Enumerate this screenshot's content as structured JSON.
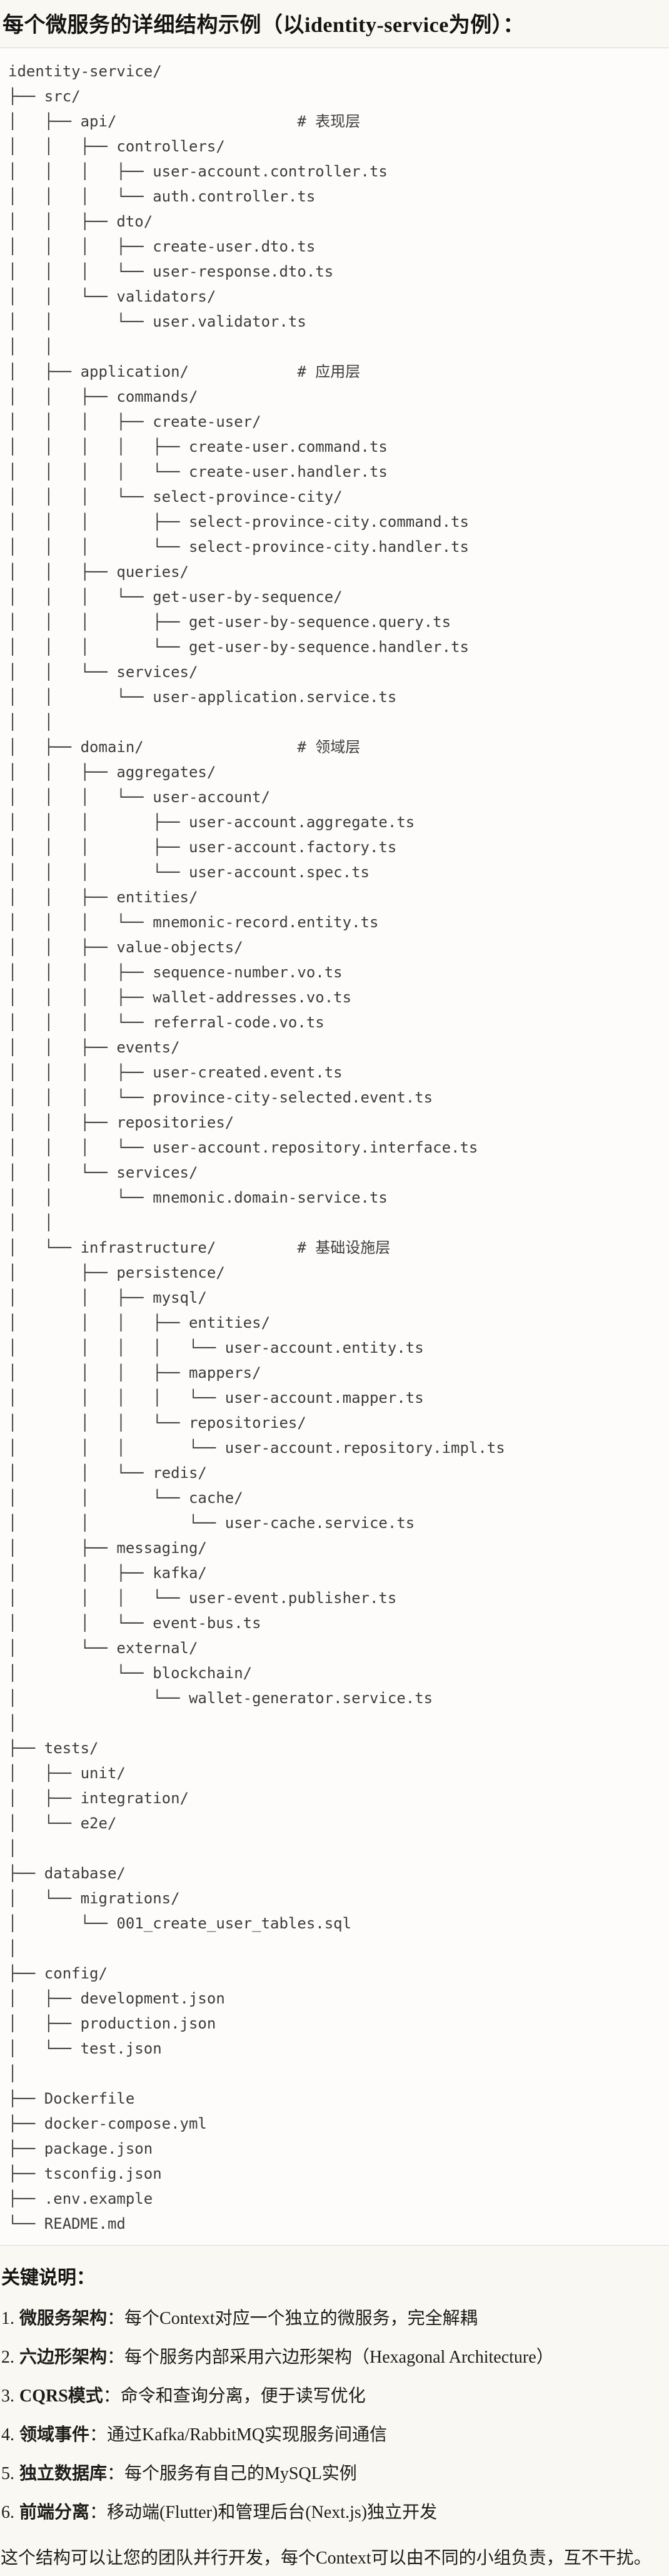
{
  "page": {
    "title": "每个微服务的详细结构示例（以identity-service为例）："
  },
  "file_tree": {
    "language": "plaintext",
    "lines": [
      "identity-service/",
      "├── src/",
      "│   ├── api/                    # 表现层",
      "│   │   ├── controllers/",
      "│   │   │   ├── user-account.controller.ts",
      "│   │   │   └── auth.controller.ts",
      "│   │   ├── dto/",
      "│   │   │   ├── create-user.dto.ts",
      "│   │   │   └── user-response.dto.ts",
      "│   │   └── validators/",
      "│   │       └── user.validator.ts",
      "│   │",
      "│   ├── application/            # 应用层",
      "│   │   ├── commands/",
      "│   │   │   ├── create-user/",
      "│   │   │   │   ├── create-user.command.ts",
      "│   │   │   │   └── create-user.handler.ts",
      "│   │   │   └── select-province-city/",
      "│   │   │       ├── select-province-city.command.ts",
      "│   │   │       └── select-province-city.handler.ts",
      "│   │   ├── queries/",
      "│   │   │   └── get-user-by-sequence/",
      "│   │   │       ├── get-user-by-sequence.query.ts",
      "│   │   │       └── get-user-by-sequence.handler.ts",
      "│   │   └── services/",
      "│   │       └── user-application.service.ts",
      "│   │",
      "│   ├── domain/                 # 领域层",
      "│   │   ├── aggregates/",
      "│   │   │   └── user-account/",
      "│   │   │       ├── user-account.aggregate.ts",
      "│   │   │       ├── user-account.factory.ts",
      "│   │   │       └── user-account.spec.ts",
      "│   │   ├── entities/",
      "│   │   │   └── mnemonic-record.entity.ts",
      "│   │   ├── value-objects/",
      "│   │   │   ├── sequence-number.vo.ts",
      "│   │   │   ├── wallet-addresses.vo.ts",
      "│   │   │   └── referral-code.vo.ts",
      "│   │   ├── events/",
      "│   │   │   ├── user-created.event.ts",
      "│   │   │   └── province-city-selected.event.ts",
      "│   │   ├── repositories/",
      "│   │   │   └── user-account.repository.interface.ts",
      "│   │   └── services/",
      "│   │       └── mnemonic.domain-service.ts",
      "│   │",
      "│   └── infrastructure/         # 基础设施层",
      "│       ├── persistence/",
      "│       │   ├── mysql/",
      "│       │   │   ├── entities/",
      "│       │   │   │   └── user-account.entity.ts",
      "│       │   │   ├── mappers/",
      "│       │   │   │   └── user-account.mapper.ts",
      "│       │   │   └── repositories/",
      "│       │   │       └── user-account.repository.impl.ts",
      "│       │   └── redis/",
      "│       │       └── cache/",
      "│       │           └── user-cache.service.ts",
      "│       ├── messaging/",
      "│       │   ├── kafka/",
      "│       │   │   └── user-event.publisher.ts",
      "│       │   └── event-bus.ts",
      "│       └── external/",
      "│           └── blockchain/",
      "│               └── wallet-generator.service.ts",
      "│",
      "├── tests/",
      "│   ├── unit/",
      "│   ├── integration/",
      "│   └── e2e/",
      "│",
      "├── database/",
      "│   └── migrations/",
      "│       └── 001_create_user_tables.sql",
      "│",
      "├── config/",
      "│   ├── development.json",
      "│   ├── production.json",
      "│   └── test.json",
      "│",
      "├── Dockerfile",
      "├── docker-compose.yml",
      "├── package.json",
      "├── tsconfig.json",
      "├── .env.example",
      "└── README.md"
    ]
  },
  "key_notes": {
    "heading": "关键说明：",
    "items": [
      {
        "number": "1.",
        "label": "微服务架构",
        "text": "：每个Context对应一个独立的微服务，完全解耦"
      },
      {
        "number": "2.",
        "label": "六边形架构",
        "text": "：每个服务内部采用六边形架构（Hexagonal Architecture）"
      },
      {
        "number": "3.",
        "label": "CQRS模式",
        "text": "：命令和查询分离，便于读写优化"
      },
      {
        "number": "4.",
        "label": "领域事件",
        "text": "：通过Kafka/RabbitMQ实现服务间通信"
      },
      {
        "number": "5.",
        "label": "独立数据库",
        "text": "：每个服务有自己的MySQL实例"
      },
      {
        "number": "6.",
        "label": "前端分离",
        "text": "：移动端(Flutter)和管理后台(Next.js)独立开发"
      }
    ],
    "closing": "这个结构可以让您的团队并行开发，每个Context可以由不同的小组负责，互不干扰。"
  },
  "colors": {
    "page_bg": "#faf8f3",
    "code_bg": "#fdfcfa",
    "border": "#dcdad4",
    "code_text": "#3c3c3c",
    "heading_text": "#161412",
    "body_text": "#1e1c1a"
  }
}
